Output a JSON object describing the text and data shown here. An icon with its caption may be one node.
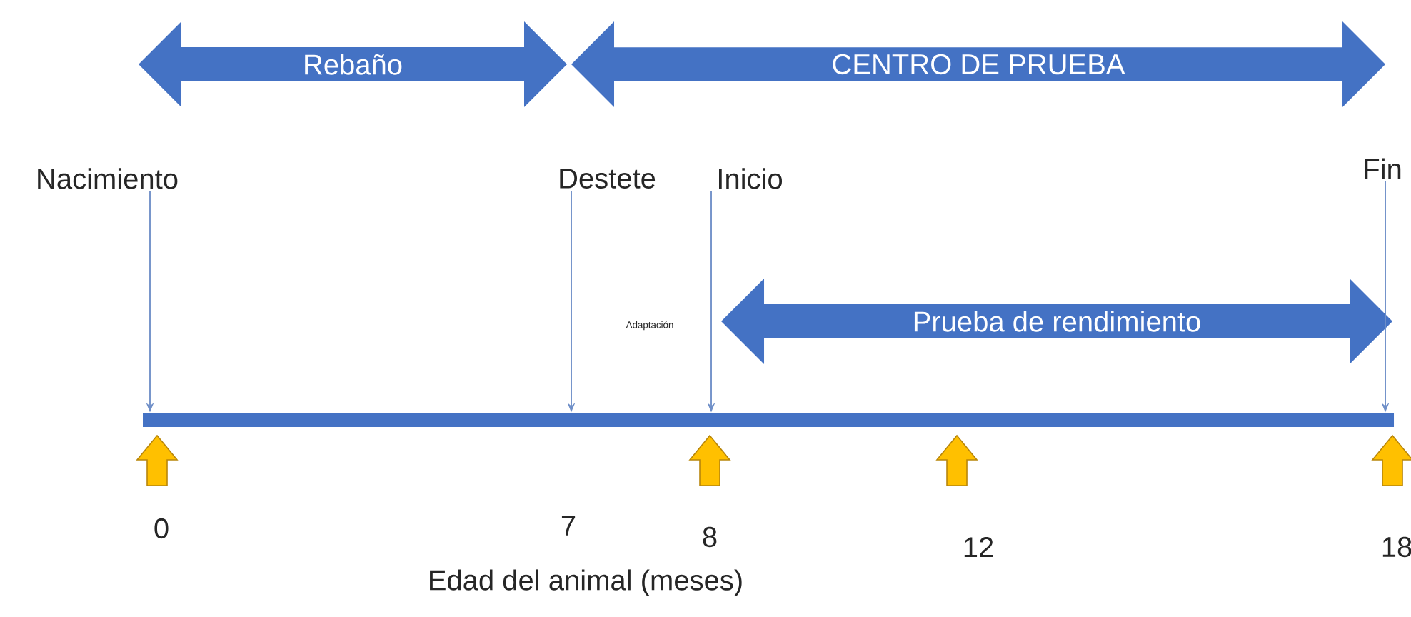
{
  "diagram": {
    "nodes": [
      {
        "text": [
          "Rebaño"
        ]
      },
      {
        "text": [
          "CENTRO DE PRUEBA"
        ]
      },
      {
        "text": [
          "Nacimiento"
        ]
      },
      {
        "text": [
          "Destete"
        ]
      },
      {
        "text": [
          "Inicio"
        ]
      },
      {
        "text": [
          "Fin"
        ]
      },
      {
        "text": [
          "Prueba de rendimiento"
        ]
      },
      {
        "text": [],
        "shape": "bar"
      }
    ],
    "edges": [
      {
        "from": 2,
        "to": 7,
        "arrow": "to"
      },
      {
        "from": 3,
        "to": 7,
        "arrow": "to"
      },
      {
        "from": 4,
        "to": 7,
        "arrow": "to"
      },
      {
        "from": 5,
        "to": 7,
        "arrow": "to"
      }
    ],
    "labels": [
      "Adaptación",
      "0",
      "7",
      "8",
      "12",
      "18",
      "Edad del animal (meses)"
    ]
  }
}
